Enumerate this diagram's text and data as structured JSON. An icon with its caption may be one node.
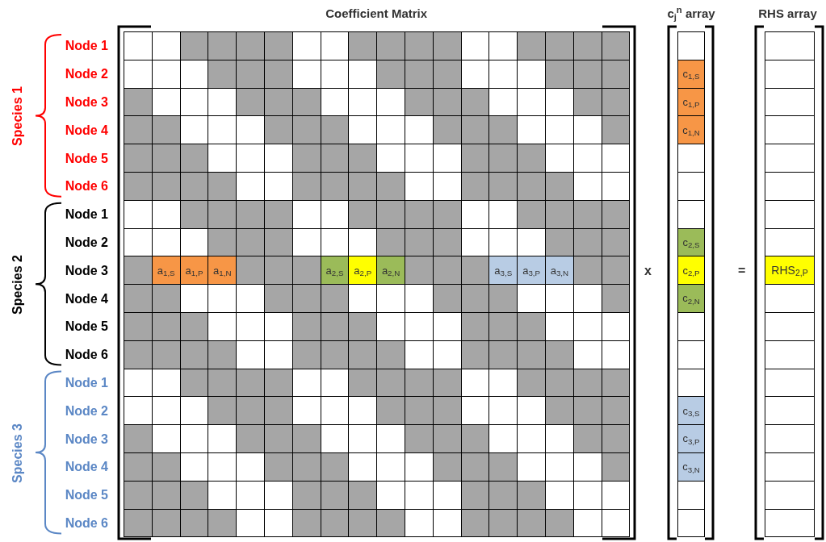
{
  "diagram": {
    "labels": [
      "Coefficient Matrix",
      "c$_{j}$$^{n}$ array",
      "RHS array",
      "Species 1",
      "Node 1",
      "Node 2",
      "Node 3",
      "Node 4",
      "Node 5",
      "Node 6",
      "Species 2",
      "Node 1",
      "Node 2",
      "Node 3",
      "Node 4",
      "Node 5",
      "Node 6",
      "Species 3",
      "Node 1",
      "Node 2",
      "Node 3",
      "Node 4",
      "Node 5",
      "Node 6",
      "a$_{1,S}$",
      "a$_{1,P}$",
      "a$_{1,N}$",
      "a$_{2,S}$",
      "a$_{2,P}$",
      "a$_{2,N}$",
      "a$_{3,S}$",
      "a$_{3,P}$",
      "a$_{3,N}$",
      "x",
      "c$_{1,S}$",
      "c$_{1,P}$",
      "c$_{1,N}$",
      "c$_{2,S}$",
      "c$_{2,P}$",
      "c$_{2,N}$",
      "c$_{3,S}$",
      "c$_{3,P}$",
      "c$_{3,N}$",
      "=",
      "RHS$_{2,P}$"
    ]
  }
}
